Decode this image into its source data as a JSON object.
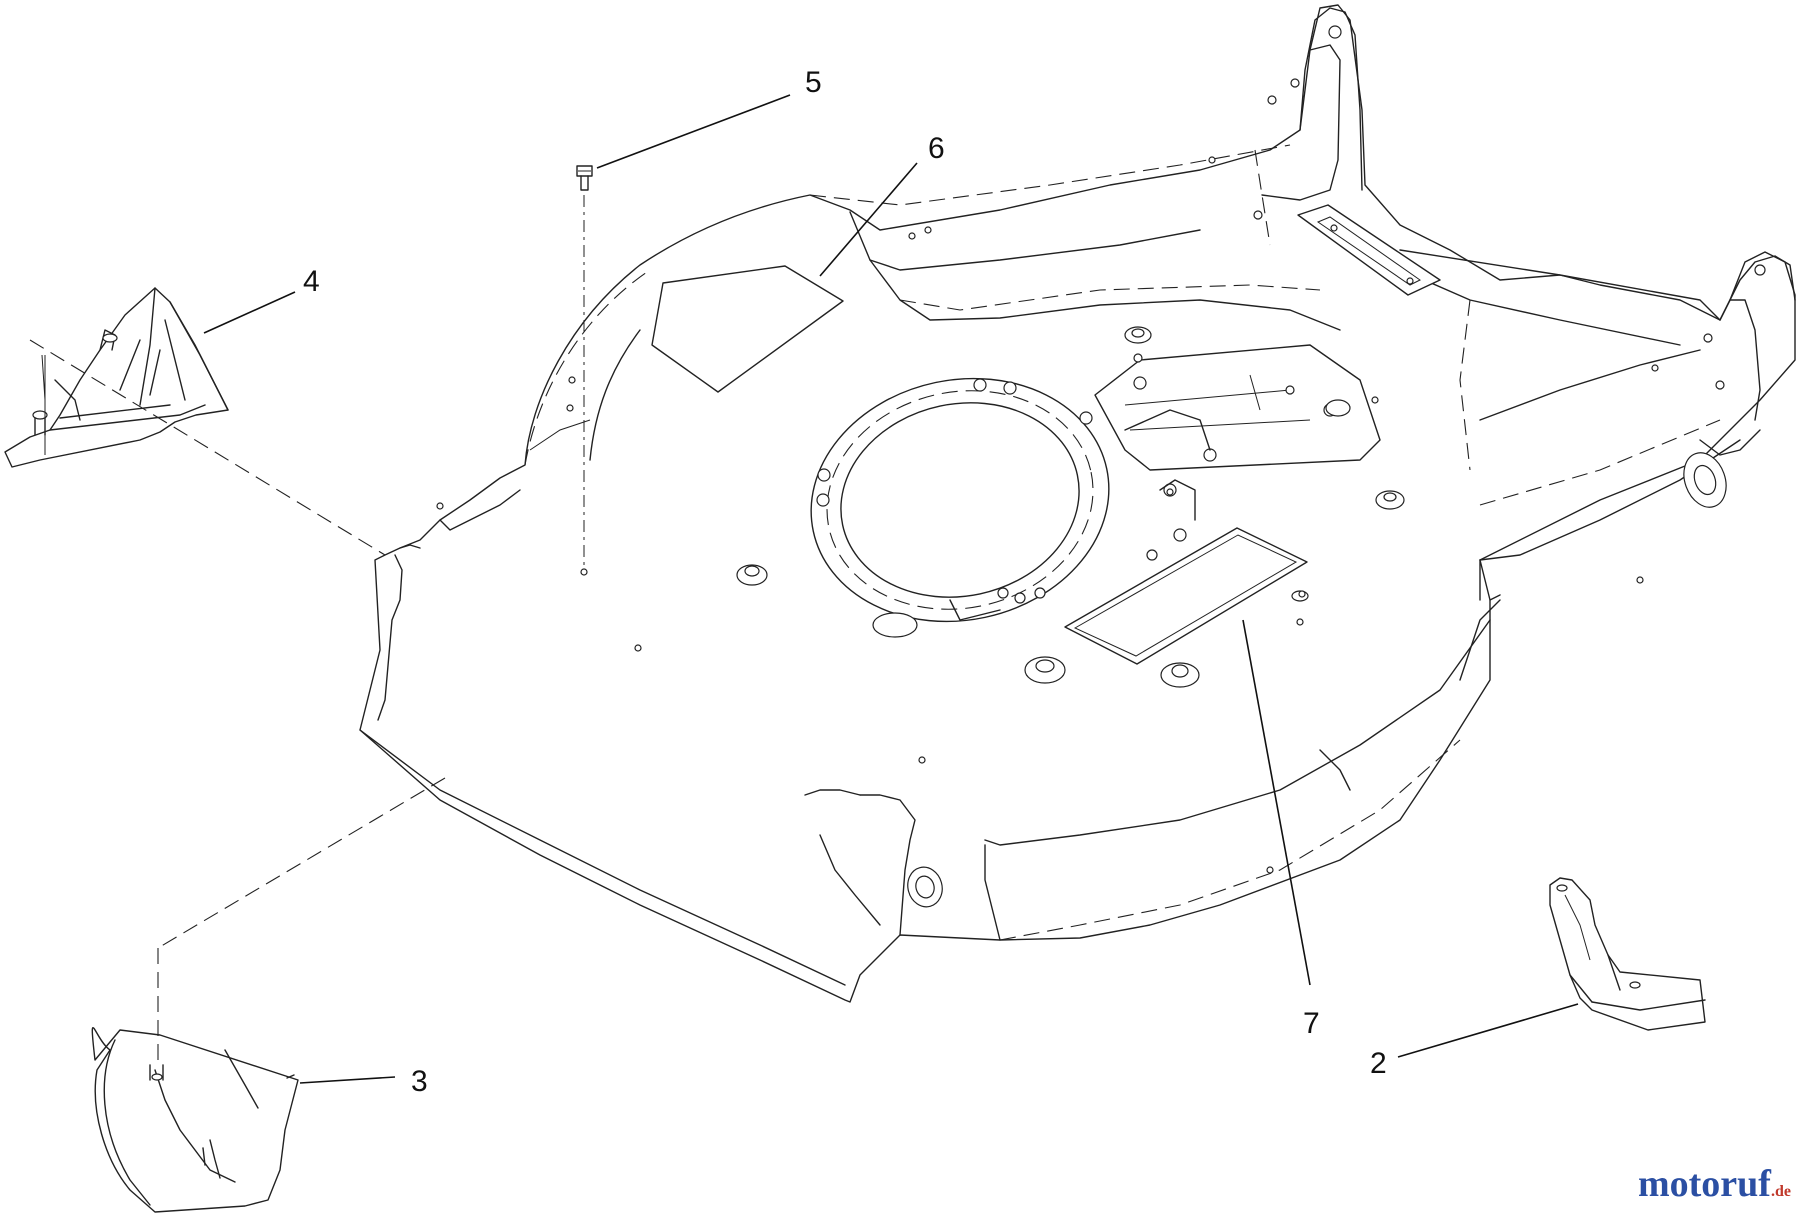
{
  "callouts": {
    "c2": "2",
    "c3": "3",
    "c4": "4",
    "c5": "5",
    "c6": "6",
    "c7": "7"
  },
  "watermark": {
    "main": "motoruf",
    "suffix": ".de"
  },
  "colors": {
    "line": "#222222",
    "watermark_blue": "#2b4fa3",
    "watermark_red": "#c0392b"
  }
}
